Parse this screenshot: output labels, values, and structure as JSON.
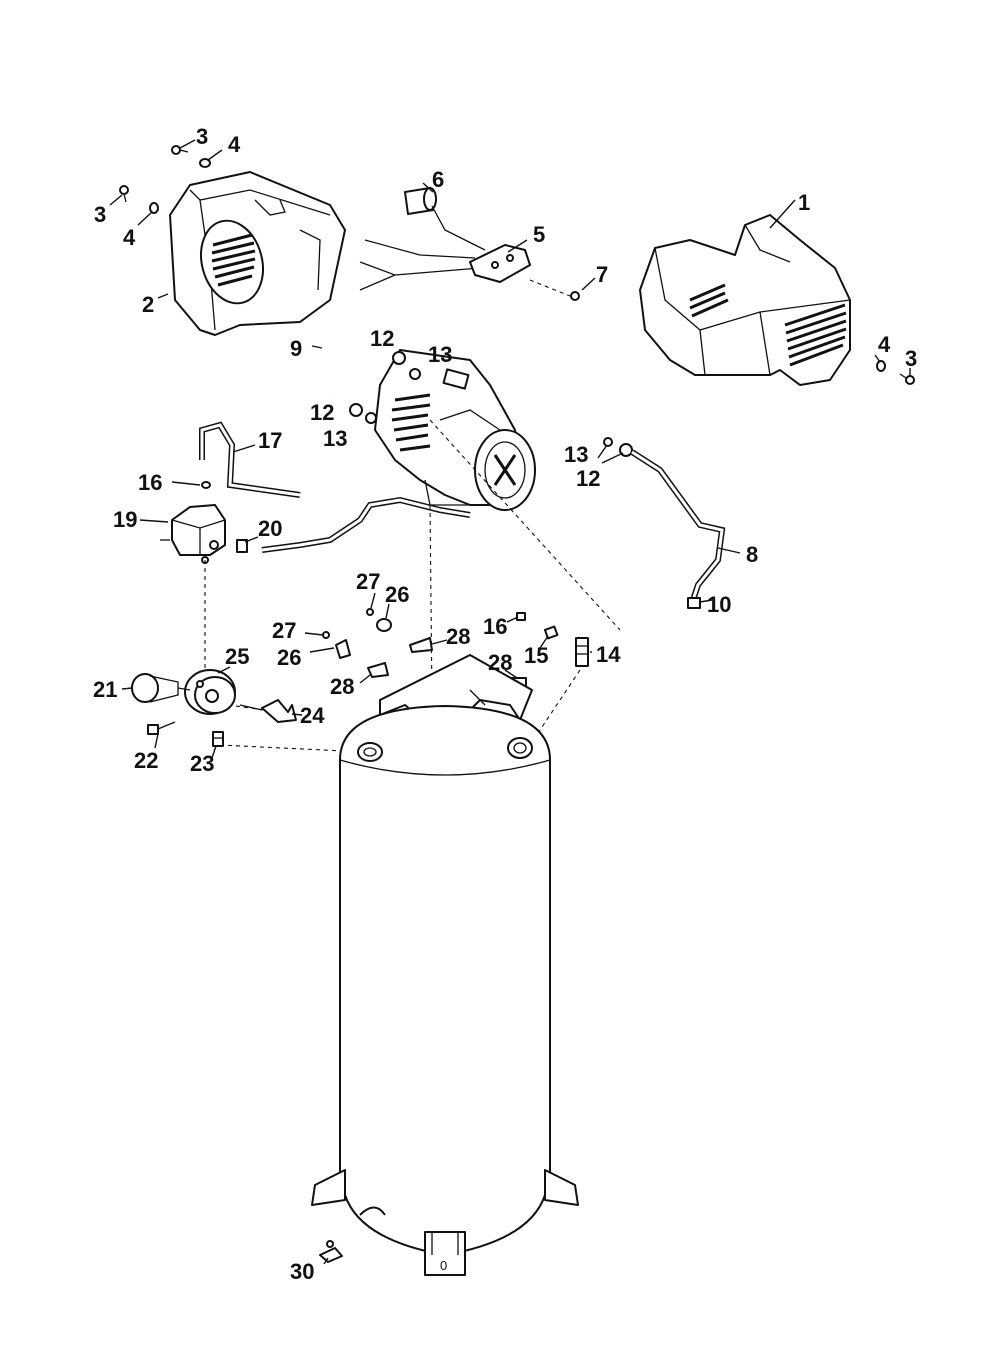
{
  "callouts": {
    "c1": "1",
    "c2": "2",
    "c3a": "3",
    "c3b": "3",
    "c3c": "3",
    "c4a": "4",
    "c4b": "4",
    "c4c": "4",
    "c5": "5",
    "c6": "6",
    "c7": "7",
    "c8": "8",
    "c9": "9",
    "c10": "10",
    "c12a": "12",
    "c12b": "12",
    "c12c": "12",
    "c13a": "13",
    "c13b": "13",
    "c13c": "13",
    "c14": "14",
    "c15": "15",
    "c16a": "16",
    "c16b": "16",
    "c17": "17",
    "c19": "19",
    "c20": "20",
    "c21": "21",
    "c22": "22",
    "c23": "23",
    "c24": "24",
    "c25": "25",
    "c26a": "26",
    "c26b": "26",
    "c27a": "27",
    "c27b": "27",
    "c28a": "28",
    "c28b": "28",
    "c28c": "28",
    "c30": "30"
  },
  "tank_foot_mark": "0",
  "line_color": "#111111"
}
